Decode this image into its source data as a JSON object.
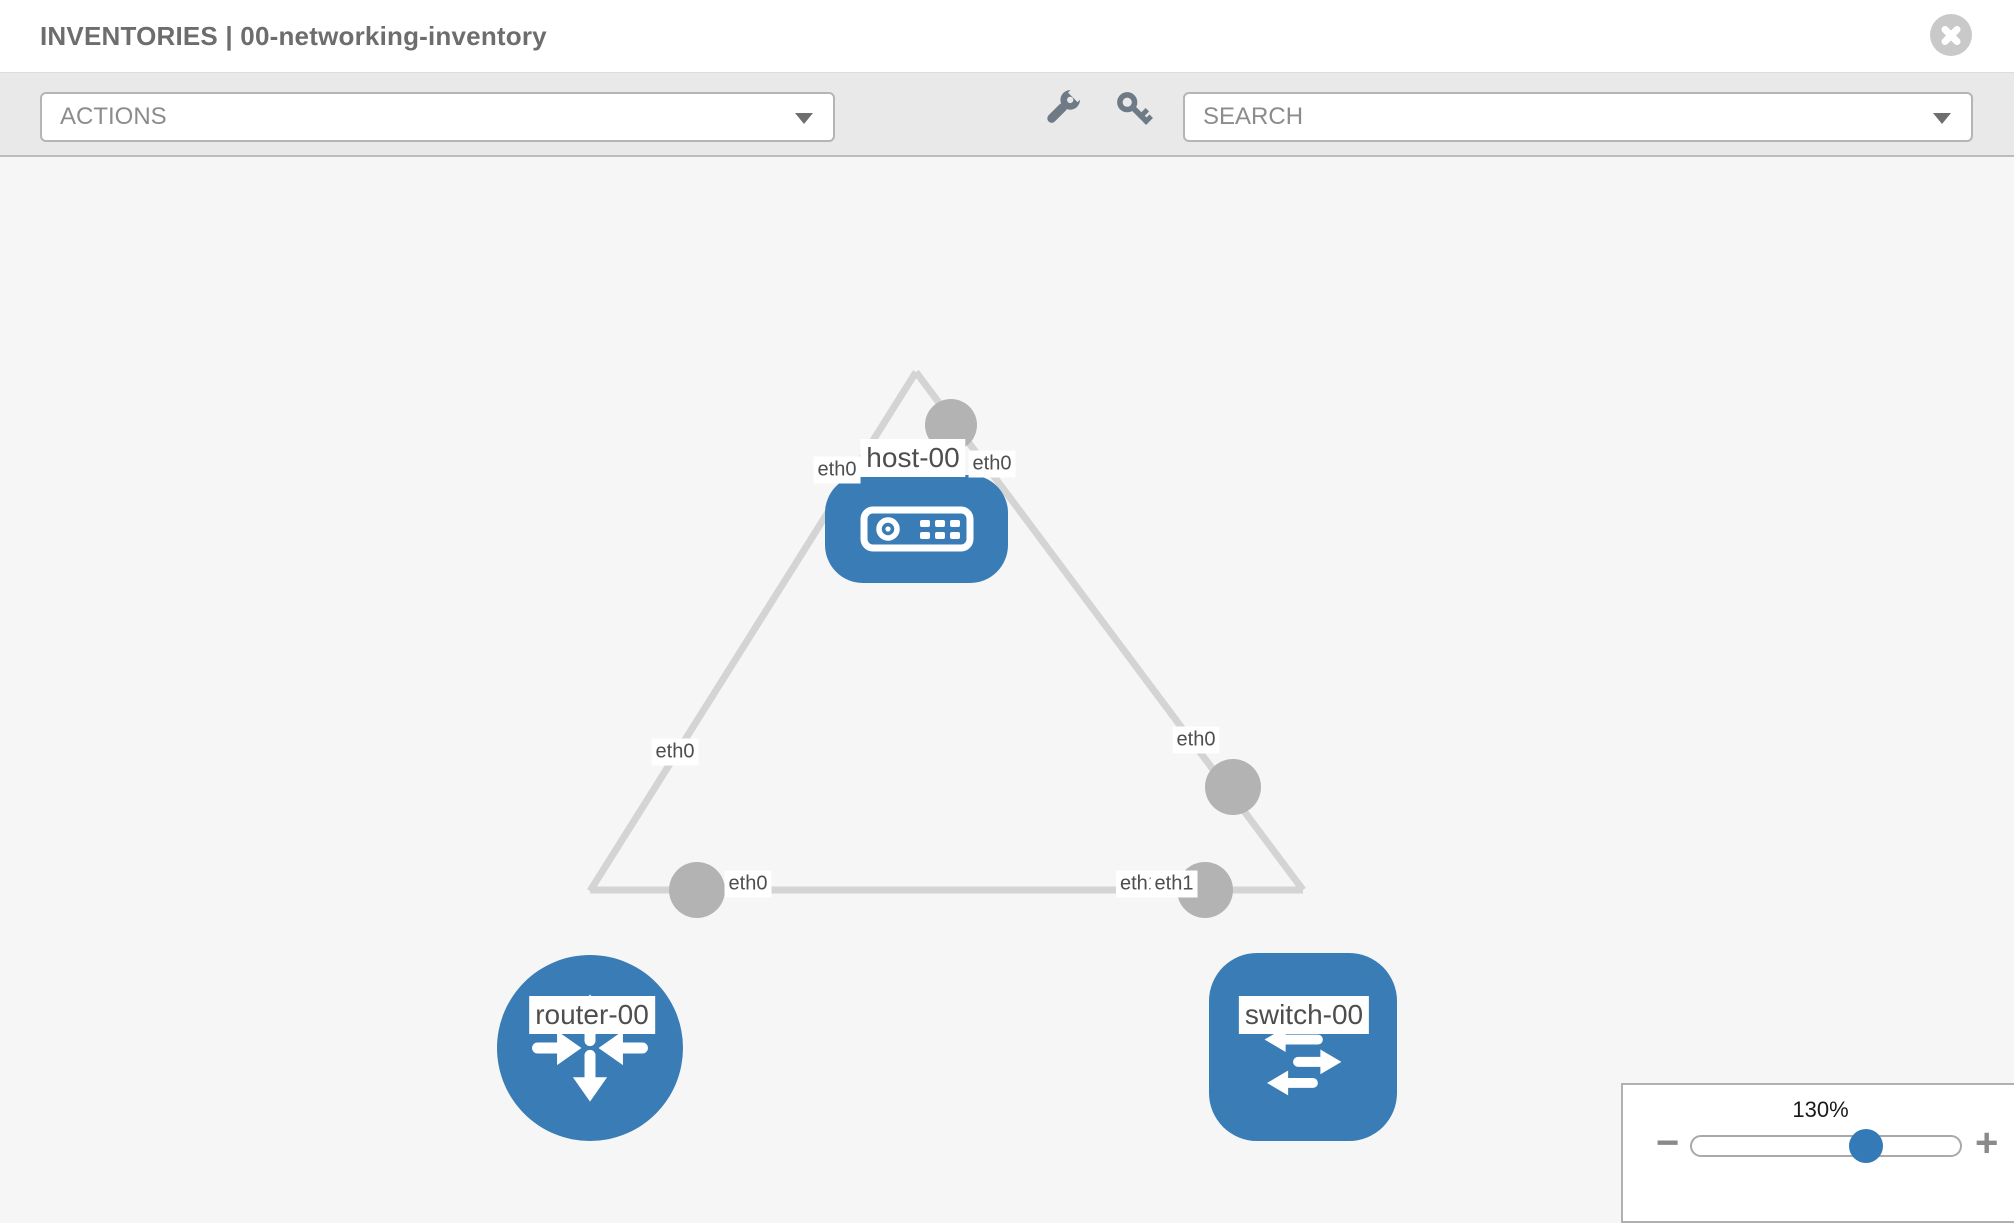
{
  "header": {
    "title": "INVENTORIES | 00-networking-inventory"
  },
  "toolbar": {
    "actions": {
      "label": "ACTIONS"
    },
    "search": {
      "label": "SEARCH"
    },
    "tools": [
      {
        "icon": "wrench-icon"
      },
      {
        "icon": "key-icon"
      }
    ]
  },
  "topology": {
    "nodes": [
      {
        "label": "host-00",
        "type": "host",
        "shape": "rounded-rect"
      },
      {
        "label": "router-00",
        "type": "router",
        "shape": "circle"
      },
      {
        "label": "switch-00",
        "type": "switch",
        "shape": "rounded-square"
      }
    ],
    "links": [
      {
        "from": "host-00",
        "to": "router-00"
      },
      {
        "from": "host-00",
        "to": "switch-00"
      },
      {
        "from": "router-00",
        "to": "switch-00"
      }
    ],
    "interface_labels": {
      "host_left": "eth0",
      "host_right": "eth0",
      "router_top": "eth0",
      "switch_top": "eth0",
      "mid_left": "eth0",
      "mid_under": "eth1",
      "mid_over": "eth1"
    }
  },
  "zoom_control": {
    "level": "130%",
    "minus_label": "−",
    "plus_label": "+"
  },
  "colors": {
    "node_blue": "#3a7cb5",
    "accent_blue": "#337ab7",
    "link_gray": "#d4d4d4",
    "interface_gray": "#b3b3b3",
    "toolbar_bg": "#e9e9e9",
    "canvas_bg": "#f6f6f6"
  }
}
